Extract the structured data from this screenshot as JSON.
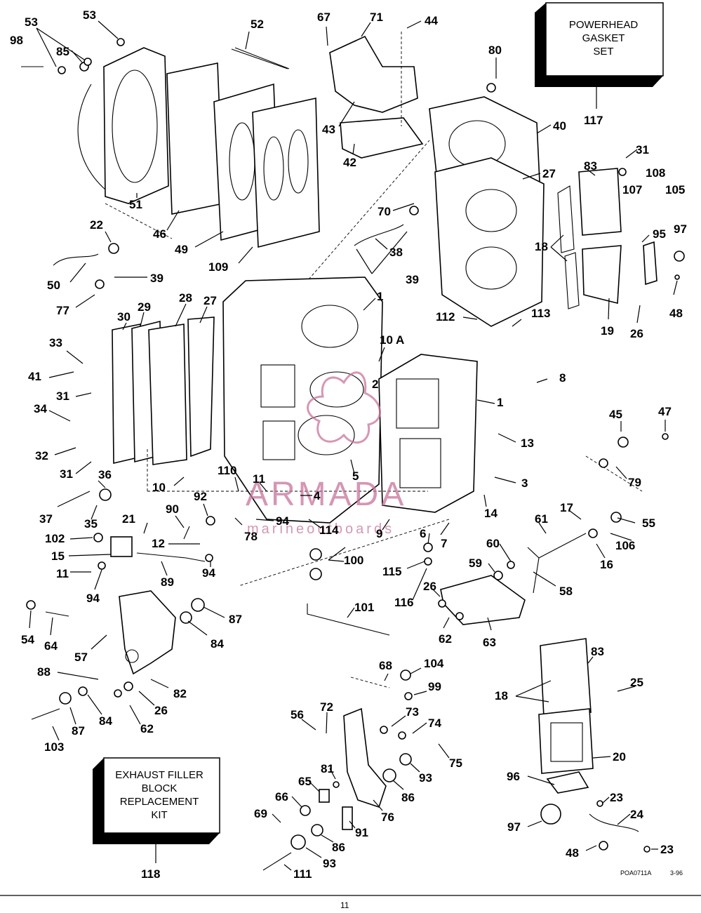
{
  "kits": {
    "powerhead": [
      "POWERHEAD",
      "GASKET",
      "SET"
    ],
    "exhaust": [
      "EXHAUST FILLER",
      "BLOCK",
      "REPLACEMENT",
      "KIT"
    ]
  },
  "labels": {
    "l53a": "53",
    "l53b": "53",
    "l98": "98",
    "l85": "85",
    "l52": "52",
    "l67": "67",
    "l71": "71",
    "l44": "44",
    "l80": "80",
    "l117": "117",
    "l43": "43",
    "l40": "40",
    "l42": "42",
    "l27a": "27",
    "l31a": "31",
    "l83a": "83",
    "l108": "108",
    "l107": "107",
    "l105": "105",
    "l51": "51",
    "l46": "46",
    "l49": "49",
    "l109": "109",
    "l70": "70",
    "l22": "22",
    "l18a": "18",
    "l95": "95",
    "l97a": "97",
    "l38": "38",
    "l50": "50",
    "l39a": "39",
    "l39b": "39",
    "l77": "77",
    "l48a": "48",
    "l28": "28",
    "l27b": "27",
    "l30": "30",
    "l29": "29",
    "l1a": "1",
    "l112": "112",
    "l113": "113",
    "l19": "19",
    "l26a": "26",
    "l33": "33",
    "l10a": "10 A",
    "l41": "41",
    "l2": "2",
    "l8": "8",
    "l31b": "31",
    "l1b": "1",
    "l34": "34",
    "l45": "45",
    "l47": "47",
    "l13": "13",
    "l32": "32",
    "l31c": "31",
    "l36": "36",
    "l110": "110",
    "l5": "5",
    "l79": "79",
    "l3": "3",
    "l10b": "10",
    "l11a": "11",
    "l4": "4",
    "l37": "37",
    "l92": "92",
    "l14": "14",
    "l90": "90",
    "l35": "35",
    "l94a": "94",
    "l61": "61",
    "l17": "17",
    "l55": "55",
    "l21": "21",
    "l78": "78",
    "l114": "114",
    "l9": "9",
    "l102": "102",
    "l12": "12",
    "l6": "6",
    "l7": "7",
    "l106": "106",
    "l60": "60",
    "l15": "15",
    "l16": "16",
    "l100": "100",
    "l59": "59",
    "l11b": "11",
    "l89": "89",
    "l115": "115",
    "l94b": "94",
    "l26b": "26",
    "l58": "58",
    "l94c": "94",
    "l116": "116",
    "l101": "101",
    "l87a": "87",
    "l54": "54",
    "l62a": "62",
    "l64": "64",
    "l84a": "84",
    "l63": "63",
    "l57": "57",
    "l83b": "83",
    "l68": "68",
    "l104": "104",
    "l88": "88",
    "l25": "25",
    "l82": "82",
    "l99": "99",
    "l18b": "18",
    "l84b": "84",
    "l26c": "26",
    "l56": "56",
    "l72": "72",
    "l73": "73",
    "l74": "74",
    "l87b": "87",
    "l62b": "62",
    "l103": "103",
    "l75": "75",
    "l20": "20",
    "l93a": "93",
    "l81": "81",
    "l96": "96",
    "l65": "65",
    "l86a": "86",
    "l23a": "23",
    "l66": "66",
    "l76": "76",
    "l24": "24",
    "l69": "69",
    "l97b": "97",
    "l91": "91",
    "l86b": "86",
    "l48b": "48",
    "l23b": "23",
    "l93b": "93",
    "l111": "111",
    "l118": "118"
  },
  "watermark": {
    "brand": "ARMADA",
    "tagline": "marineoutboards",
    "color": "#c8749b"
  },
  "footer": {
    "code": "POA0711A",
    "date": "3-96",
    "page": "11"
  },
  "colors": {
    "ink": "#000000",
    "paper": "#ffffff",
    "kit_shadow": "#000000"
  }
}
